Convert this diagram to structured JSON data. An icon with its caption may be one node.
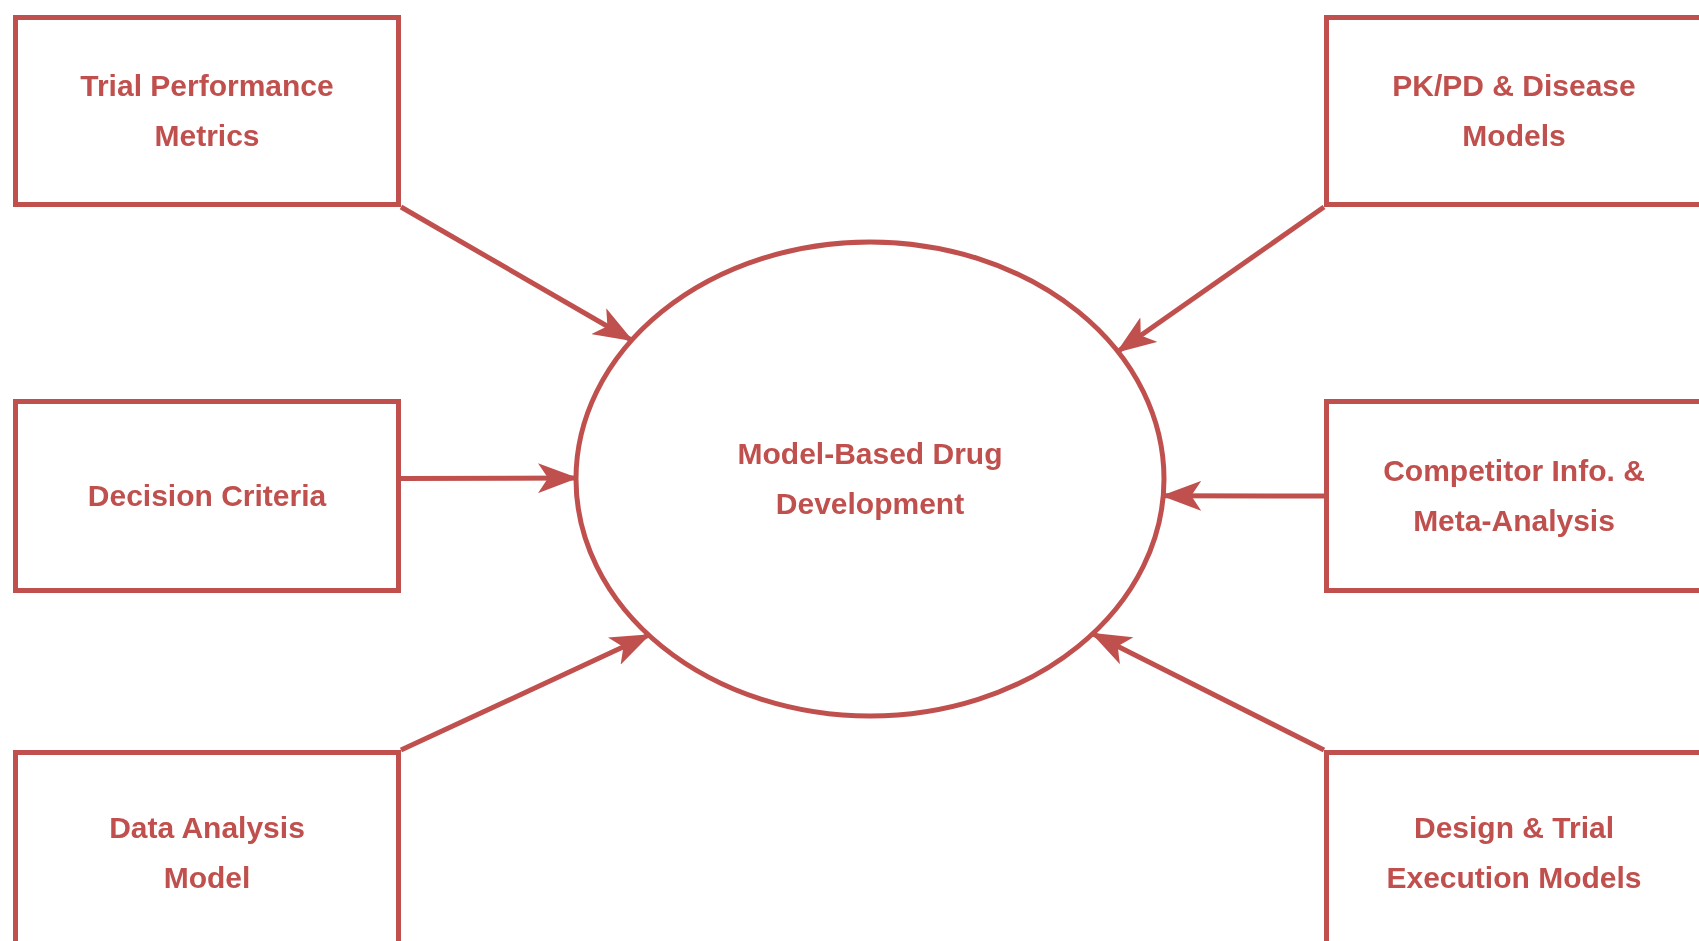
{
  "diagram": {
    "nodes": [
      {
        "text": [
          "Trial Performance Metrics"
        ]
      },
      {
        "text": [
          "PK/PD & Disease Models"
        ]
      },
      {
        "text": [
          "Decision Criteria"
        ]
      },
      {
        "text": [
          "Model-Based Drug Development"
        ]
      },
      {
        "text": [
          "Competitor Info. & Meta-Analysis"
        ]
      },
      {
        "text": [
          "Data Analysis Model"
        ]
      },
      {
        "text": [
          "Design & Trial Execution Models"
        ]
      }
    ],
    "edges": [
      {
        "from": 0,
        "to": 3,
        "arrow": "to"
      },
      {
        "from": 1,
        "to": 3,
        "arrow": "to"
      },
      {
        "from": 2,
        "to": 3,
        "arrow": "to"
      },
      {
        "from": 4,
        "to": 3,
        "arrow": "to"
      },
      {
        "from": 5,
        "to": 3,
        "arrow": "to"
      },
      {
        "from": 6,
        "to": 3,
        "arrow": "to"
      }
    ]
  }
}
